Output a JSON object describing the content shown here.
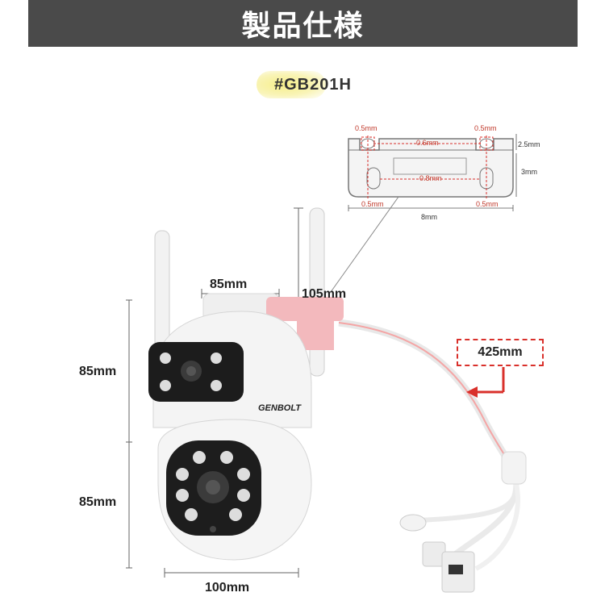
{
  "header": {
    "title": "製品仕様"
  },
  "model": {
    "code": "#GB201H"
  },
  "camera": {
    "brand": "GENBOLT"
  },
  "dimensions": {
    "top_width": "85mm",
    "antenna_height": "105mm",
    "upper_height": "85mm",
    "lower_height": "85mm",
    "bottom_width": "100mm",
    "cable_length": "425mm"
  },
  "bracket": {
    "top_left": "0.5mm",
    "top_right": "0.5mm",
    "center_top": "0.6mm",
    "center_bottom": "0.8mm",
    "bottom_left": "0.5mm",
    "bottom_right": "0.5mm",
    "side_top": "2.5mm",
    "side_bottom": "3mm",
    "total_width": "8mm"
  },
  "colors": {
    "header_bg": "#4a4a4a",
    "accent_red": "#d9302b",
    "badge_glow": "#f6ef8a"
  }
}
